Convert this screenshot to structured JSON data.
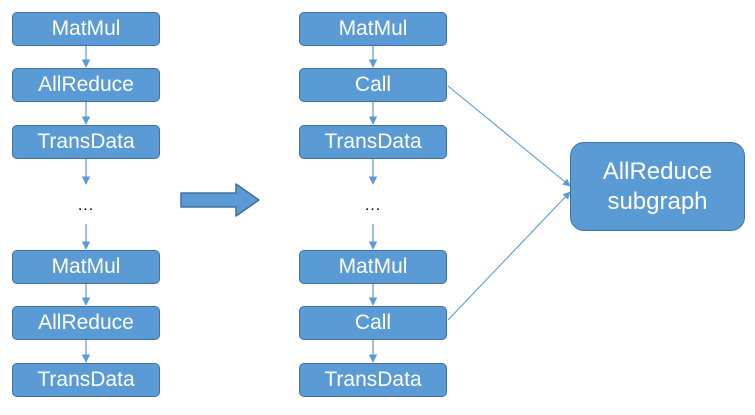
{
  "colors": {
    "node_fill": "#5b9bd5",
    "node_border": "#41719c",
    "node_text": "#ffffff",
    "arrow": "#5b9bd5"
  },
  "left_column": {
    "nodes": [
      "MatMul",
      "AllReduce",
      "TransData",
      "MatMul",
      "AllReduce",
      "TransData"
    ],
    "ellipsis": "..."
  },
  "right_column": {
    "nodes": [
      "MatMul",
      "Call",
      "TransData",
      "MatMul",
      "Call",
      "TransData"
    ],
    "ellipsis": "..."
  },
  "subgraph": {
    "line1": "AllReduce",
    "line2": "subgraph"
  }
}
